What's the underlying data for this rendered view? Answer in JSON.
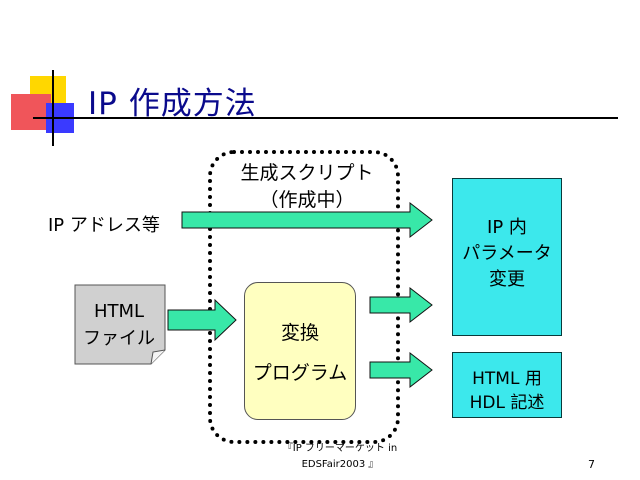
{
  "title": "IP 作成方法",
  "script_label": "生成スクリプト\n（作成中）",
  "input_label": "IP アドレス等",
  "file_label": "HTML\nファイル",
  "program_label_1": "変換",
  "program_label_2": "プログラム",
  "output_ip_label": "IP 内\nパラメータ\n変更",
  "output_html_label": "HTML 用\nHDL 記述",
  "footer": "『IP フリーマーケット in\nEDSFair2003 』",
  "page_number": "7",
  "colors": {
    "title": "#0a0a8c",
    "arrow_fill": "#38e8a8",
    "output_box": "#3ce8ec",
    "program_box": "#ffffc0"
  }
}
